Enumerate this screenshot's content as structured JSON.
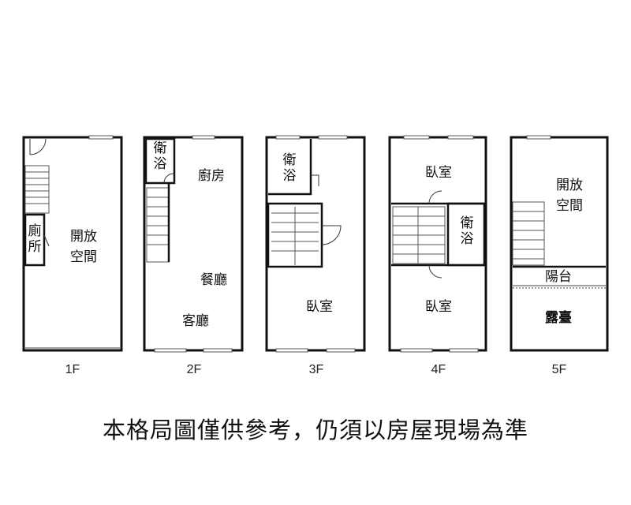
{
  "floors": [
    {
      "label": "1F",
      "rooms": [
        {
          "name": "廁所",
          "vertical": true
        },
        {
          "name": "開放空間",
          "lines": [
            "開放",
            "空間"
          ]
        }
      ]
    },
    {
      "label": "2F",
      "rooms": [
        {
          "name": "衛浴",
          "vertical": true
        },
        {
          "name": "廚房"
        },
        {
          "name": "餐廳"
        },
        {
          "name": "客廳"
        }
      ]
    },
    {
      "label": "3F",
      "rooms": [
        {
          "name": "衛浴",
          "vertical": true
        },
        {
          "name": "臥室"
        }
      ]
    },
    {
      "label": "4F",
      "rooms": [
        {
          "name": "臥室"
        },
        {
          "name": "衛浴",
          "vertical": true
        },
        {
          "name": "臥室"
        }
      ]
    },
    {
      "label": "5F",
      "rooms": [
        {
          "name": "開放空間",
          "lines": [
            "開放",
            "空間"
          ]
        },
        {
          "name": "陽台"
        },
        {
          "name": "露臺"
        }
      ]
    }
  ],
  "disclaimer": "本格局圖僅供參考，仍須以房屋現場為準"
}
